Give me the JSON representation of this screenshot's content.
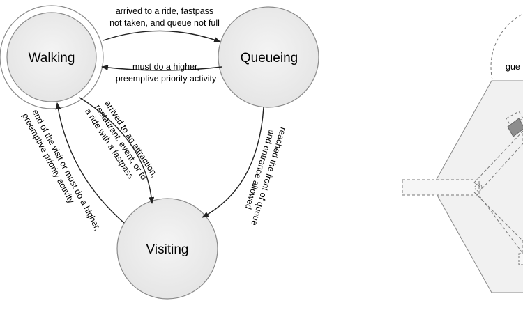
{
  "states": {
    "walking": "Walking",
    "queueing": "Queueing",
    "visiting": "Visiting"
  },
  "transitions": {
    "walking_to_queueing": [
      "arrived to a ride, fastpass",
      "not taken, and queue not full"
    ],
    "queueing_to_walking": [
      "must do a higher,",
      "preemptive priority activity"
    ],
    "walking_to_visiting": [
      "arrived to an attraction,",
      "restaurant, event, or to",
      "a ride with a fastpass"
    ],
    "queueing_to_visiting": [
      "reached the front of queue",
      "and entrance allowed"
    ],
    "visiting_to_walking": [
      "end of the visit or must do a higher,",
      "preemptive priority activity"
    ]
  },
  "right_panel": {
    "partial_label": "gue"
  },
  "colors": {
    "circle_fill": "#ebebeb",
    "circle_stroke": "#8a8a8a",
    "arrow": "#222222",
    "hexagon_fill": "#f0f0f0",
    "dark_block": "#8e8e8e"
  }
}
